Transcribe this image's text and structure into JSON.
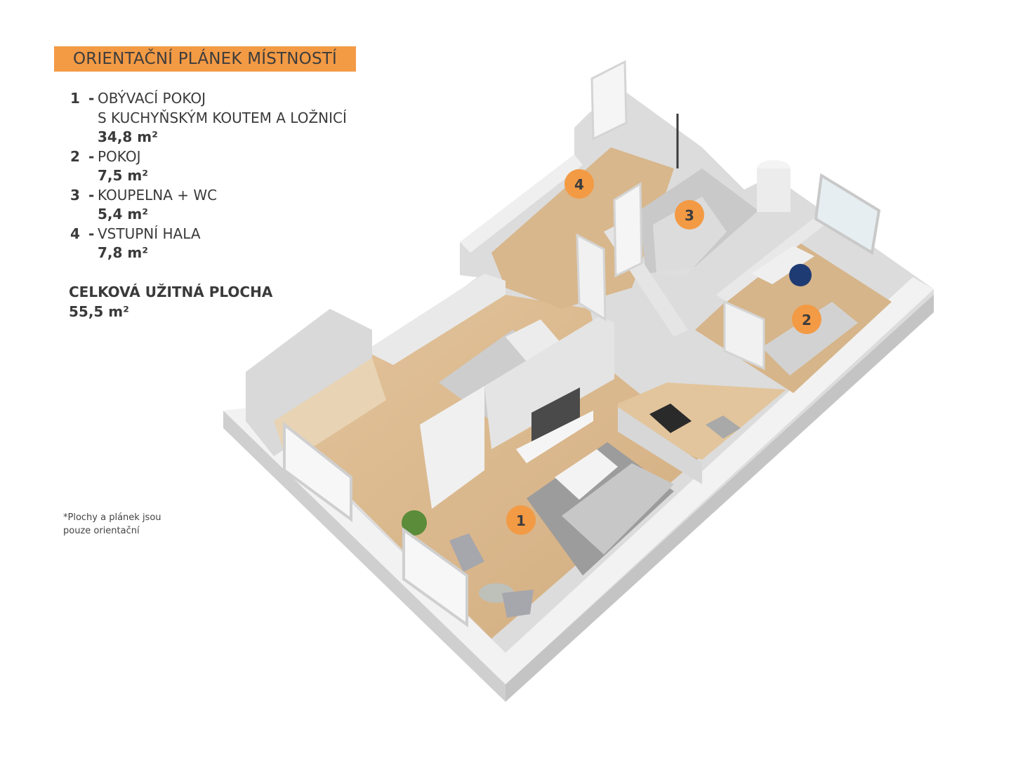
{
  "title": "ORIENTAČNÍ PLÁNEK MÍSTNOSTÍ",
  "rooms": [
    {
      "num": "1",
      "name_line1": "OBÝVACÍ POKOJ",
      "name_line2": "S KUCHYŇSKÝM KOUTEM A LOŽNICÍ",
      "area": "34,8 m²"
    },
    {
      "num": "2",
      "name_line1": "POKOJ",
      "area": "7,5 m²"
    },
    {
      "num": "3",
      "name_line1": "KOUPELNA + WC",
      "area": "5,4 m²"
    },
    {
      "num": "4",
      "name_line1": "VSTUPNÍ HALA",
      "area": "7,8 m²"
    }
  ],
  "total": {
    "label": "CELKOVÁ UŽITNÁ PLOCHA",
    "value": "55,5 m²"
  },
  "note": {
    "line1": "*Plochy  a plánek jsou",
    "line2": "pouze orientační"
  },
  "markers": {
    "m1": "1",
    "m2": "2",
    "m3": "3",
    "m4": "4"
  },
  "colors": {
    "accent": "#f39a45",
    "wall": "#e6e6e6",
    "floor": "#d9b990",
    "text": "#3a3a3a"
  }
}
